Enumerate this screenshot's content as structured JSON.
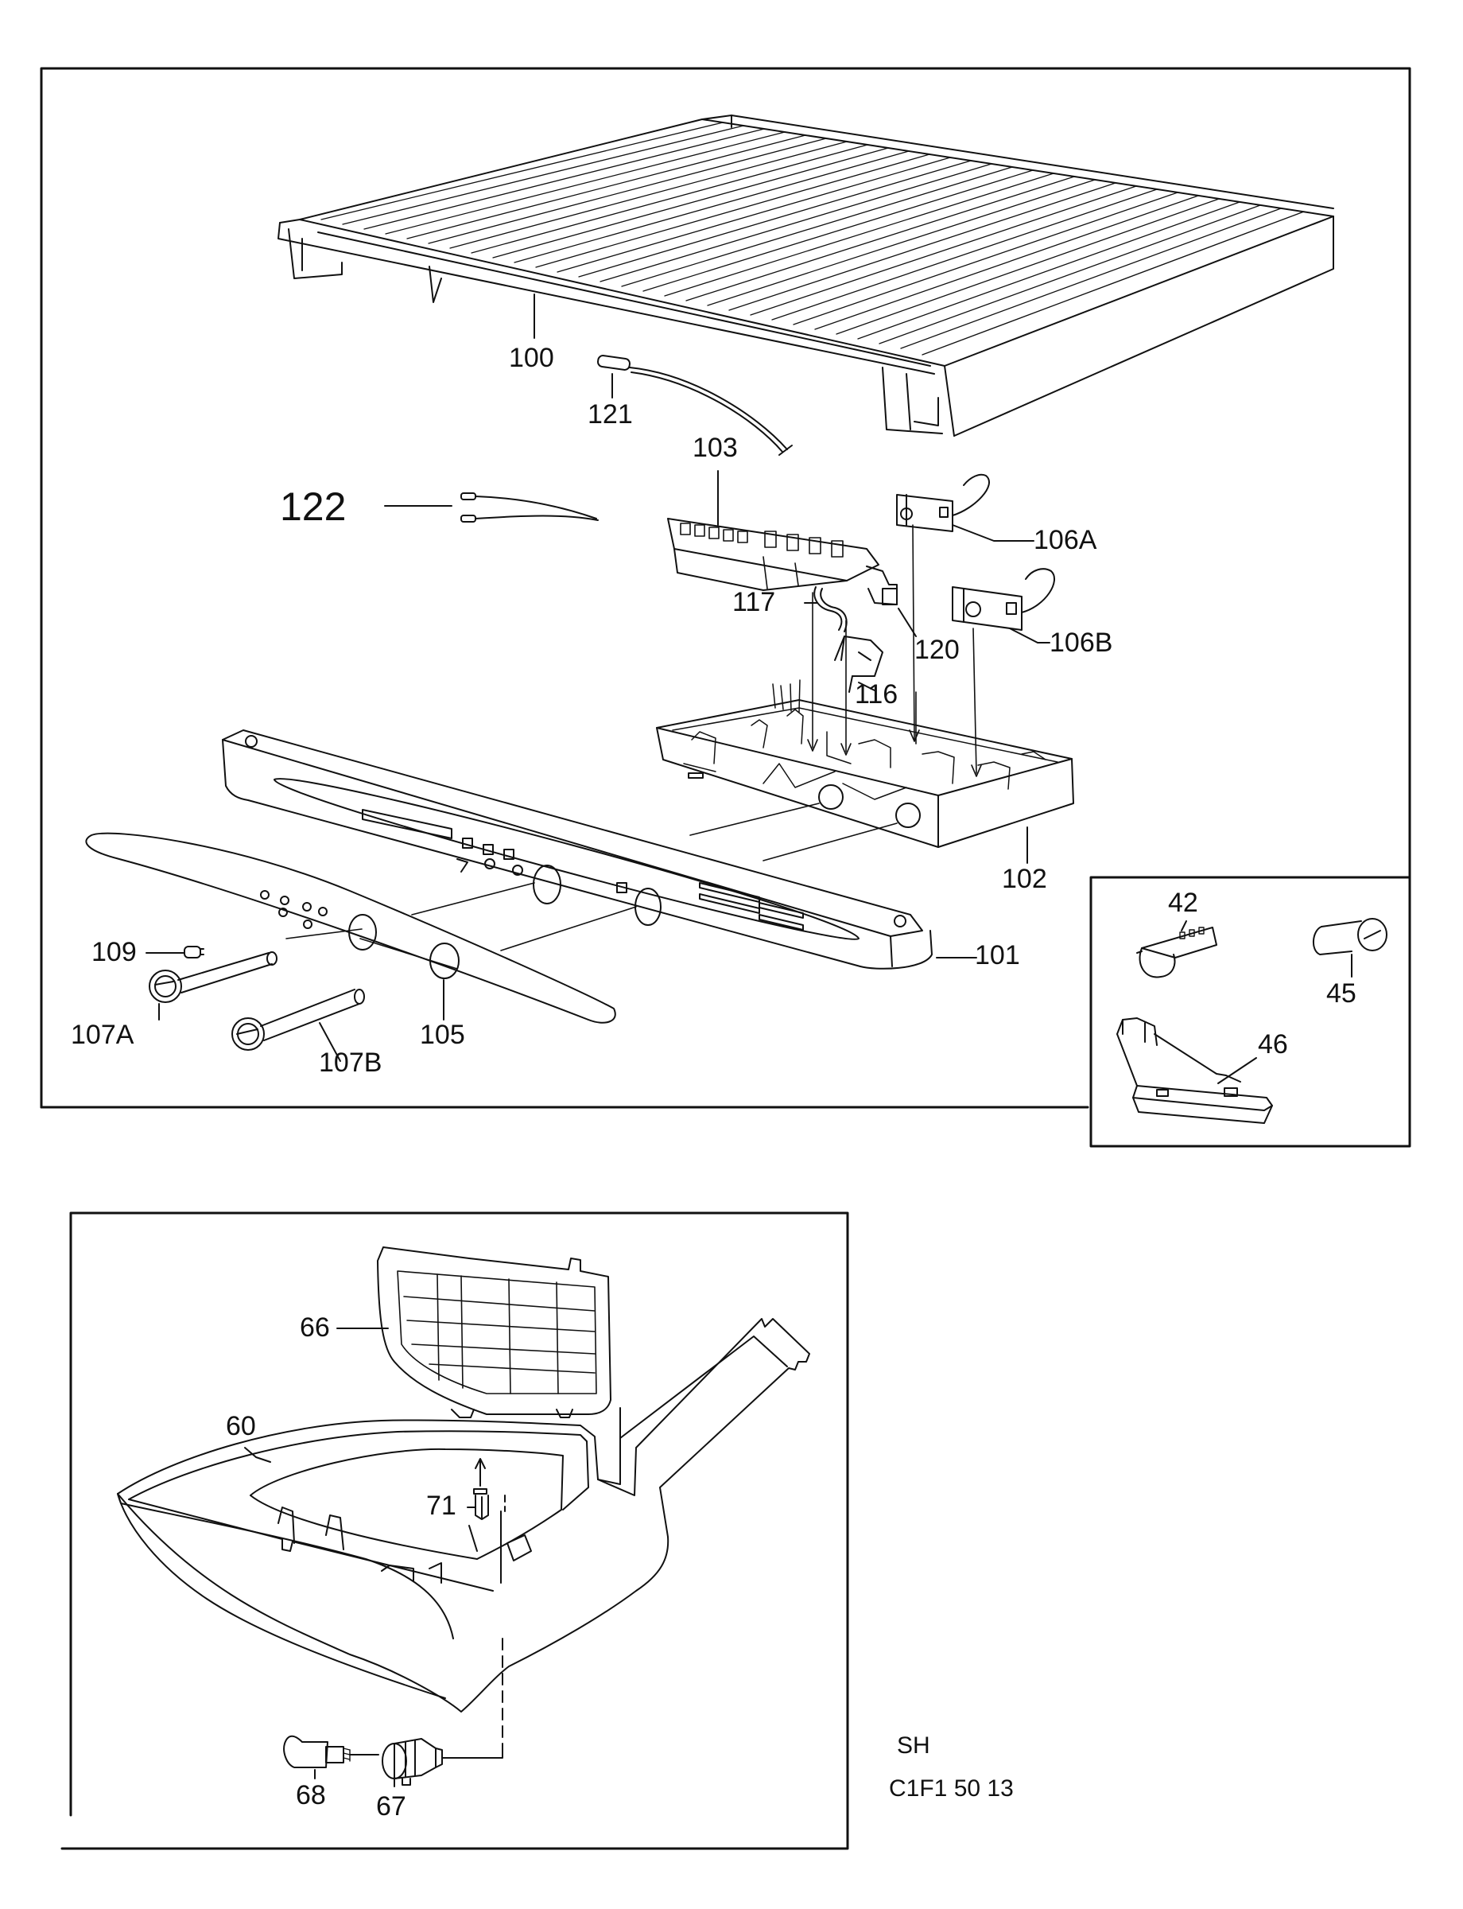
{
  "sheet": {
    "code_line1": "SH",
    "code_line2": "C1F1 50 13"
  },
  "top_panel": {
    "labels": {
      "l100": "100",
      "l121": "121",
      "l122": "122",
      "l103": "103",
      "l106A": "106A",
      "l106B": "106B",
      "l117": "117",
      "l120": "120",
      "l116": "116",
      "l102": "102",
      "l101": "101",
      "l109": "109",
      "l107A": "107A",
      "l107B": "107B",
      "l105": "105"
    }
  },
  "inset_panel": {
    "labels": {
      "l42": "42",
      "l45": "45",
      "l46": "46"
    }
  },
  "bottom_panel": {
    "labels": {
      "l66": "66",
      "l60": "60",
      "l71": "71",
      "l68": "68",
      "l67": "67"
    }
  }
}
